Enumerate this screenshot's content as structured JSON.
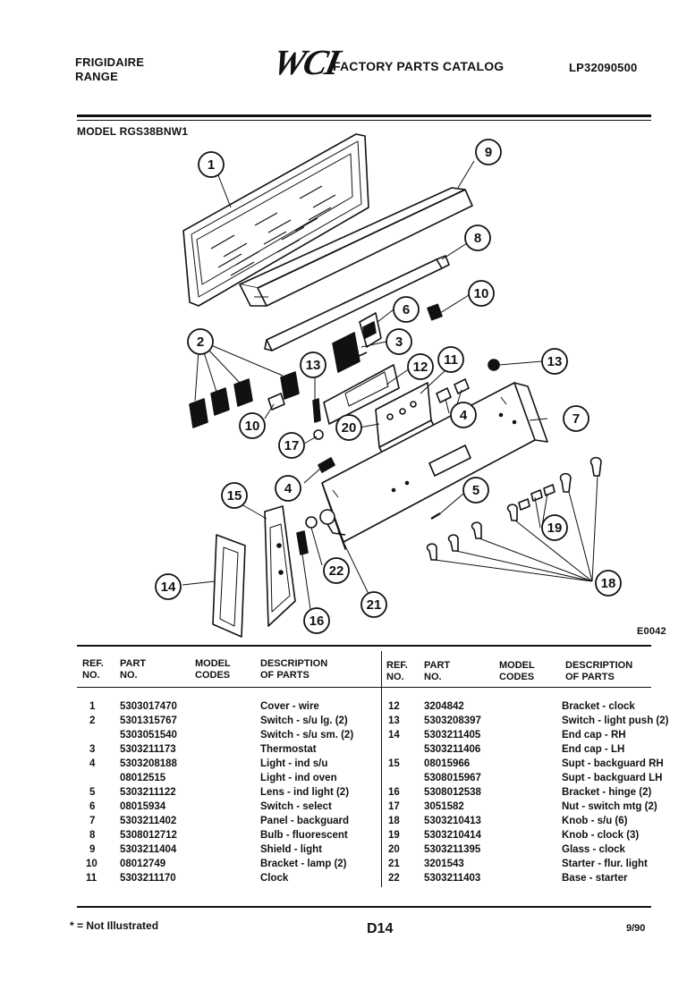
{
  "header": {
    "brand_line1": "FRIGIDAIRE",
    "brand_line2": "RANGE",
    "logo": "WCI",
    "catalog_title": "FACTORY PARTS CATALOG",
    "catalog_code": "LP32090500",
    "model_label": "MODEL RGS38BNW1"
  },
  "diagram": {
    "code": "E0042",
    "callouts": [
      "1",
      "2",
      "3",
      "4",
      "5",
      "6",
      "7",
      "8",
      "9",
      "10",
      "11",
      "12",
      "13",
      "14",
      "15",
      "16",
      "17",
      "18",
      "19",
      "20",
      "21",
      "22"
    ]
  },
  "table": {
    "headers": {
      "ref_no": [
        "REF.",
        "NO."
      ],
      "part_no": [
        "PART",
        "NO."
      ],
      "model_codes": [
        "MODEL",
        "CODES"
      ],
      "description": [
        "DESCRIPTION",
        "OF PARTS"
      ]
    },
    "left_rows": [
      {
        "ref": "1",
        "part": "5303017470",
        "desc": "Cover - wire"
      },
      {
        "ref": "2",
        "part": "5301315767",
        "desc": "Switch - s/u lg. (2)"
      },
      {
        "ref": "",
        "part": "5303051540",
        "desc": "Switch - s/u sm. (2)"
      },
      {
        "ref": "3",
        "part": "5303211173",
        "desc": "Thermostat"
      },
      {
        "ref": "4",
        "part": "5303208188",
        "desc": "Light - ind s/u"
      },
      {
        "ref": "",
        "part": "08012515",
        "desc": "Light - ind oven"
      },
      {
        "ref": "5",
        "part": "5303211122",
        "desc": "Lens - ind light (2)"
      },
      {
        "ref": "6",
        "part": "08015934",
        "desc": "Switch - select"
      },
      {
        "ref": "7",
        "part": "5303211402",
        "desc": "Panel - backguard"
      },
      {
        "ref": "8",
        "part": "5308012712",
        "desc": "Bulb - fluorescent"
      },
      {
        "ref": "9",
        "part": "5303211404",
        "desc": "Shield - light"
      },
      {
        "ref": "10",
        "part": "08012749",
        "desc": "Bracket - lamp (2)"
      },
      {
        "ref": "11",
        "part": "5303211170",
        "desc": "Clock"
      }
    ],
    "right_rows": [
      {
        "ref": "12",
        "part": "3204842",
        "desc": "Bracket - clock"
      },
      {
        "ref": "13",
        "part": "5303208397",
        "desc": "Switch - light push (2)"
      },
      {
        "ref": "14",
        "part": "5303211405",
        "desc": "End cap - RH"
      },
      {
        "ref": "",
        "part": "5303211406",
        "desc": "End cap - LH"
      },
      {
        "ref": "15",
        "part": "08015966",
        "desc": "Supt - backguard RH"
      },
      {
        "ref": "",
        "part": "5308015967",
        "desc": "Supt - backguard LH"
      },
      {
        "ref": "16",
        "part": "5308012538",
        "desc": "Bracket - hinge (2)"
      },
      {
        "ref": "17",
        "part": "3051582",
        "desc": "Nut - switch mtg (2)"
      },
      {
        "ref": "18",
        "part": "5303210413",
        "desc": "Knob - s/u (6)"
      },
      {
        "ref": "19",
        "part": "5303210414",
        "desc": "Knob - clock (3)"
      },
      {
        "ref": "20",
        "part": "5303211395",
        "desc": "Glass - clock"
      },
      {
        "ref": "21",
        "part": "3201543",
        "desc": "Starter - flur. light"
      },
      {
        "ref": "22",
        "part": "5303211403",
        "desc": "Base - starter"
      }
    ]
  },
  "footer": {
    "note": "* = Not Illustrated",
    "page": "D14",
    "date": "9/90"
  },
  "colors": {
    "ink": "#111111",
    "paper": "#ffffff"
  }
}
